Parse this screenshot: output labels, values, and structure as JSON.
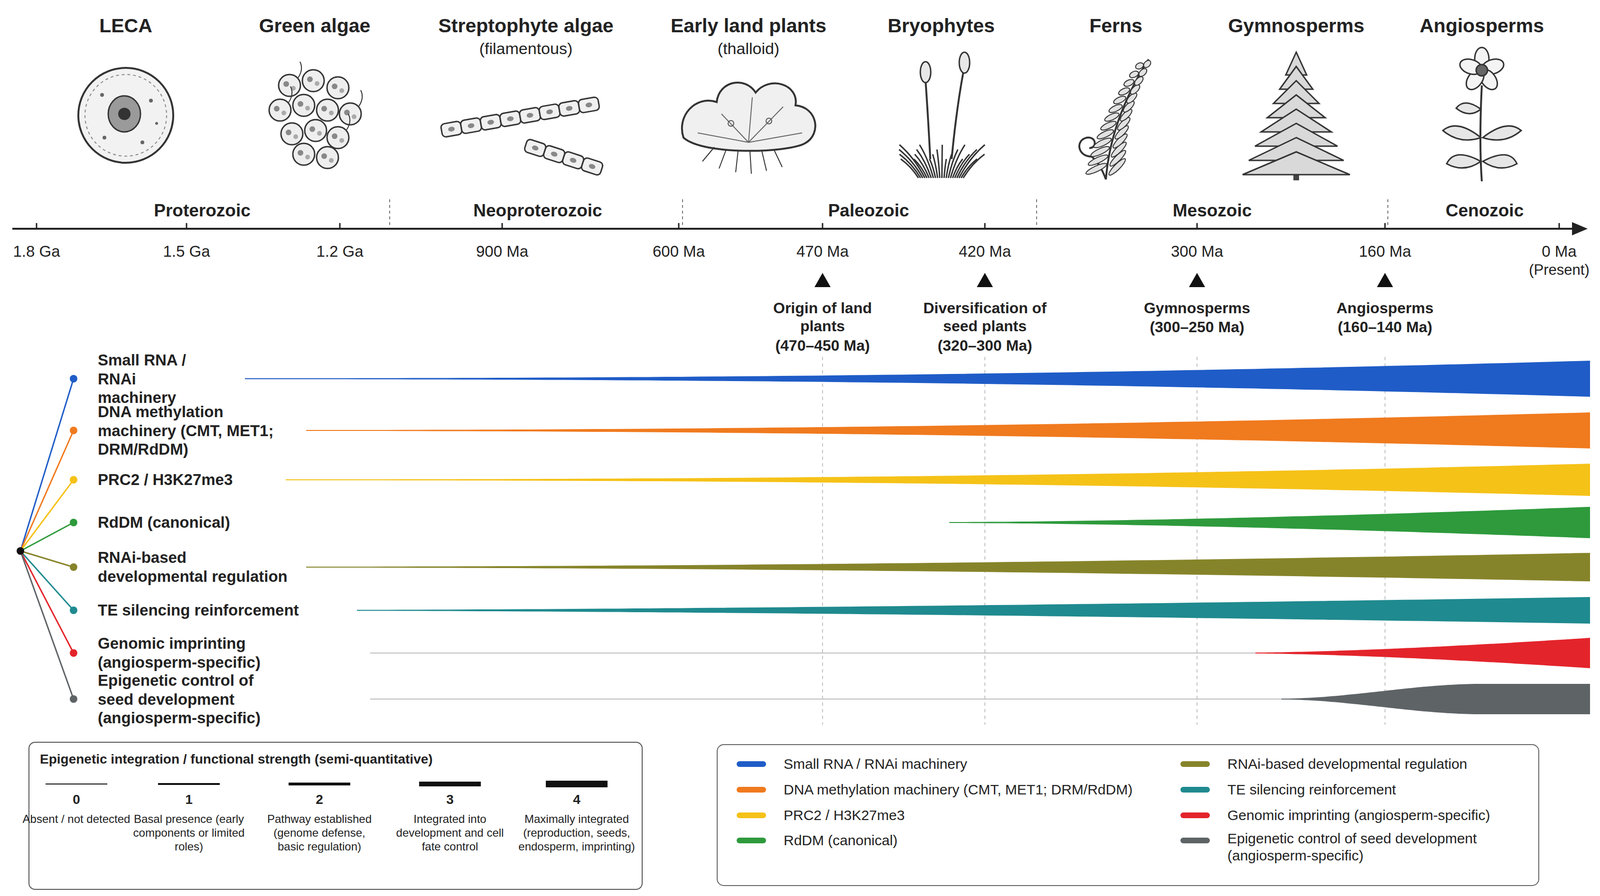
{
  "diagram": {
    "nodes": [
      {
        "text": [
          "Epigenetic integration / functional strength (semi-quantitative)"
        ]
      }
    ],
    "labels": [
      "LECA",
      "Green algae",
      "Streptophyte algae",
      "(filamentous)",
      "Early land plants",
      "(thalloid)",
      "Bryophytes",
      "Ferns",
      "Gymnosperms",
      "Angiosperms",
      "Proterozoic",
      "Neoproterozoic",
      "Paleozoic",
      "Mesozoic",
      "Cenozoic",
      "1.8 Ga",
      "1.5 Ga",
      "1.2 Ga",
      "900 Ma",
      "600 Ma",
      "470 Ma",
      "420 Ma",
      "300 Ma",
      "160 Ma",
      "0 Ma",
      "(Present)",
      "Origin of land plants",
      "(470–450 Ma)",
      "Diversification of seed plants",
      "(320–300 Ma)",
      "Gymnosperms",
      "(300–250 Ma)",
      "Angiosperms",
      "(160–140 Ma)",
      "Small RNA / RNAi machinery",
      "DNA methylation machinery (CMT, MET1; DRM/RdDM)",
      "PRC2 / H3K27me3",
      "RdDM (canonical)",
      "RNAi-based developmental regulation",
      "TE silencing reinforcement",
      "Genomic imprinting (angiosperm-specific)",
      "Epigenetic control of seed development (angiosperm-specific)",
      "0",
      "1",
      "2",
      "3",
      "4"
    ],
    "legend": [
      {
        "text": "Absent / not detected"
      },
      {
        "text": "Basal presence (early components or limited roles)"
      },
      {
        "text": "Pathway established (genome defense, basic regulation)"
      },
      {
        "text": "Integrated into development and cell fate control"
      },
      {
        "text": "Maximally integrated (reproduction, seeds, endosperm, imprinting)"
      },
      {
        "text": "Small RNA / RNAi machinery",
        "color": "#1f5cc7"
      },
      {
        "text": "DNA methylation machinery (CMT, MET1; DRM/RdDM)",
        "color": "#f07a1e"
      },
      {
        "text": "PRC2 / H3K27me3",
        "color": "#f5c218"
      },
      {
        "text": "RdDM (canonical)",
        "color": "#2e9a3c"
      },
      {
        "text": "RNAi-based developmental regulation",
        "color": "#86842a"
      },
      {
        "text": "TE silencing reinforcement",
        "color": "#1f8a8f"
      },
      {
        "text": "Genomic imprinting (angiosperm-specific)",
        "color": "#e3242b"
      },
      {
        "text": "Epigenetic control of seed development (angiosperm-specific)",
        "color": "#5e6366"
      }
    ]
  }
}
